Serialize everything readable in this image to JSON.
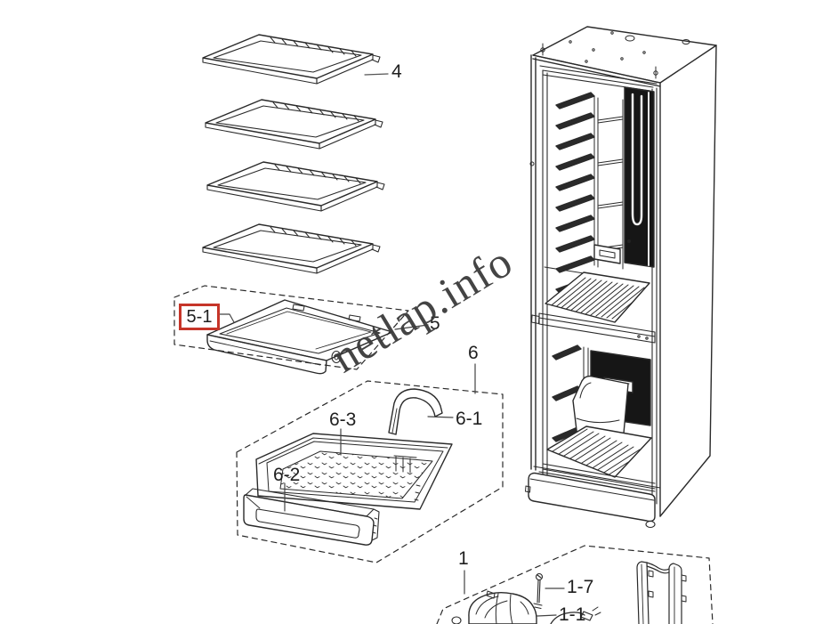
{
  "diagram": {
    "type": "exploded-parts-diagram",
    "subject": "refrigerator shelves, vegetable drawer and machine compartment",
    "watermark": "netlap.info",
    "labels": {
      "part_4": "4",
      "part_5": "5",
      "part_5_1": "5-1",
      "part_6": "6",
      "part_6_1": "6-1",
      "part_6_2": "6-2",
      "part_6_3": "6-3",
      "part_1": "1",
      "part_1_1": "1-1",
      "part_1_7": "1-7"
    },
    "colors": {
      "background": "#ffffff",
      "line": "#2a2a2a",
      "highlight_box": "#c63529",
      "watermark_text": "#3b3b3b",
      "dark_fill": "#161616"
    }
  }
}
